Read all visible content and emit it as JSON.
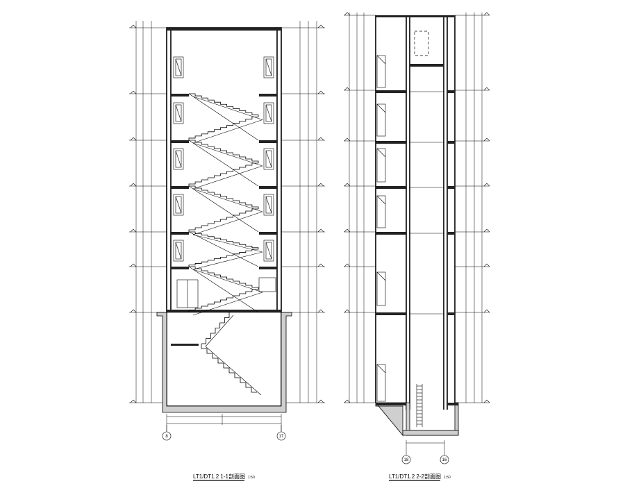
{
  "drawings": [
    {
      "id": "section-1-1",
      "caption_main": "LT1/DT1.2 1-1剖面图",
      "caption_scale": "1:50",
      "axis_left": "8",
      "axis_right": "17"
    },
    {
      "id": "section-2-2",
      "caption_main": "LT1/DT1.2 2-2剖面图",
      "caption_scale": "1:50",
      "axis_left": "18",
      "axis_right": "16"
    }
  ]
}
